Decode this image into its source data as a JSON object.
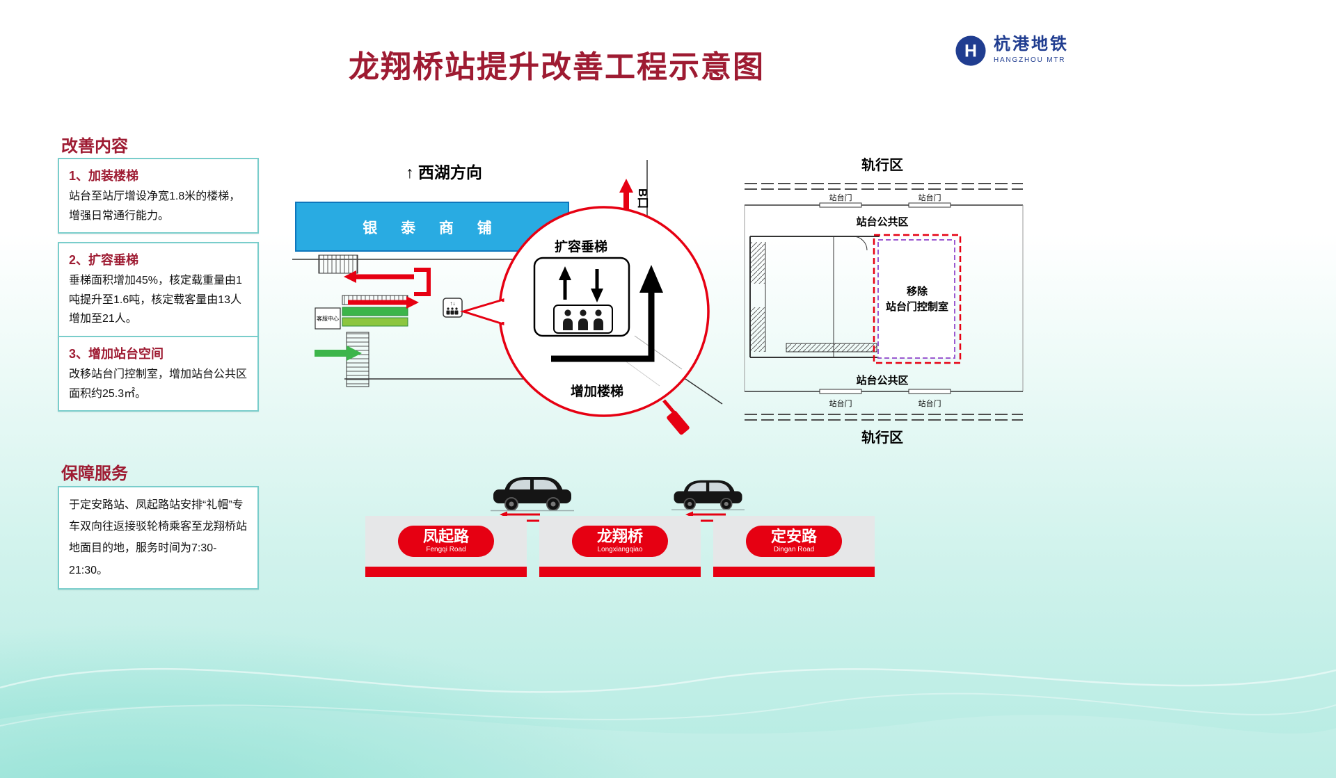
{
  "title": "龙翔桥站提升改善工程示意图",
  "logo": {
    "cn": "杭港地铁",
    "en": "HANGZHOU MTR"
  },
  "improvements": {
    "heading": "改善内容",
    "item1": {
      "title": "1、加装楼梯",
      "body": "站台至站厅增设净宽1.8米的楼梯，增强日常通行能力。"
    },
    "item2": {
      "title": "2、扩容垂梯",
      "body": "垂梯面积增加45%，核定载重量由1吨提升至1.6吨，核定载客量由13人增加至21人。"
    },
    "item3": {
      "title": "3、增加站台空间",
      "body": "改移站台门控制室，增加站台公共区面积约25.3㎡。"
    }
  },
  "services": {
    "heading": "保障服务",
    "body": "于定安路站、凤起路站安排“礼帽”专车双向往返接驳轮椅乘客至龙翔桥站地面目的地，服务时间为7:30-21:30。"
  },
  "concourse": {
    "direction": "↑ 西湖方向",
    "shops": "银 泰 商 铺",
    "service_center": "客服中心",
    "exit": "B口",
    "callout_top": "扩容垂梯",
    "callout_bottom": "增加楼梯",
    "elevator_arrows": "↑↓"
  },
  "platform": {
    "track_area": "轨行区",
    "door": "站台门",
    "public_area": "站台公共区",
    "removed_line1": "移除",
    "removed_line2": "站台门控制室"
  },
  "stations": {
    "s1": {
      "cn": "凤起路",
      "en": "Fengqi Road"
    },
    "s2": {
      "cn": "龙翔桥",
      "en": "Longxiangqiao"
    },
    "s3": {
      "cn": "定安路",
      "en": "Dingan Road"
    }
  },
  "colors": {
    "maroon": "#9E1B32",
    "red": "#E60012",
    "teal_border": "#79CDCB",
    "shop_blue": "#29ABE2",
    "green": "#3CB54A",
    "logo_blue": "#203D90",
    "purple_dash": "#9B59D0"
  }
}
